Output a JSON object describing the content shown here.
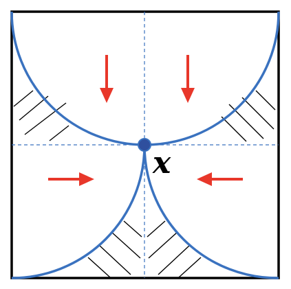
{
  "diagram": {
    "point_label": "x",
    "colors": {
      "frame": "#000000",
      "curve": "#3a72bf",
      "guide": "#3a72bf",
      "arrow": "#e8372a",
      "point_fill": "#2f4f9e",
      "hatch": "#000000",
      "label": "#000000"
    },
    "arrows": [
      {
        "id": "down-left",
        "direction": "down"
      },
      {
        "id": "down-right",
        "direction": "down"
      },
      {
        "id": "right",
        "direction": "right"
      },
      {
        "id": "left",
        "direction": "left"
      }
    ]
  }
}
